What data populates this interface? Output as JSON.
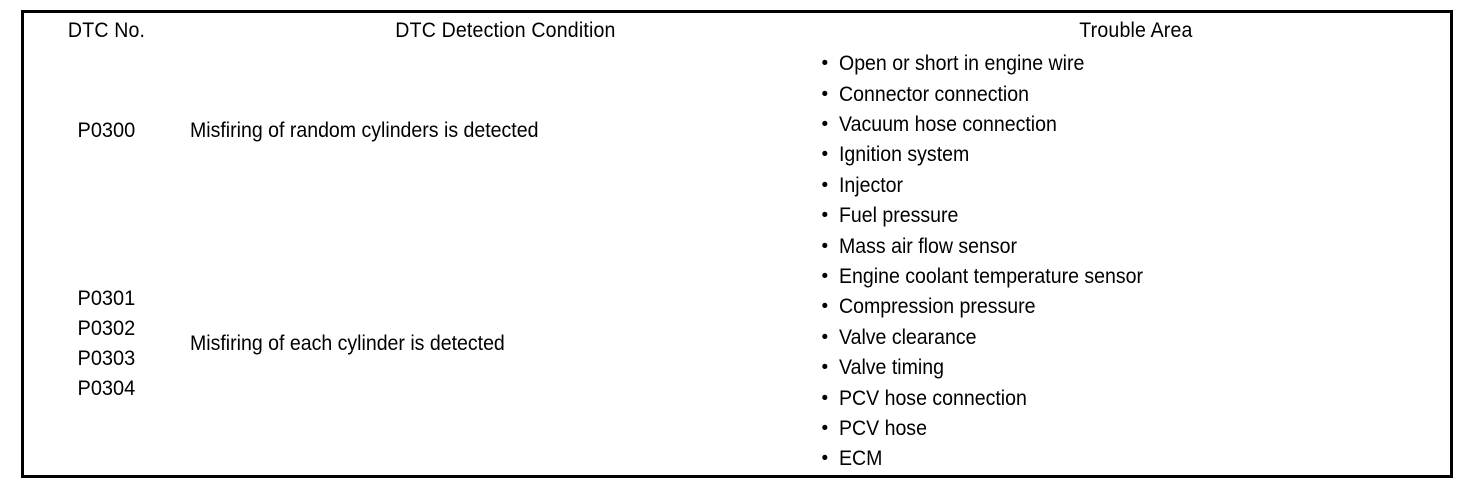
{
  "table": {
    "columns": [
      {
        "key": "dtc_no",
        "header": "DTC No."
      },
      {
        "key": "condition",
        "header": "DTC Detection Condition"
      },
      {
        "key": "trouble",
        "header": "Trouble Area"
      }
    ],
    "rows": [
      {
        "dtc_no": "P0300",
        "condition": "Misfiring of random cylinders is detected",
        "trouble_area": [
          "Open or short in engine wire",
          "Connector connection",
          "Vacuum hose connection",
          "Ignition system",
          "Injector"
        ]
      },
      {
        "dtc_no": "P0301\nP0302\nP0303\nP0304",
        "condition": "Misfiring of each cylinder is detected",
        "trouble_area": [
          "Fuel pressure",
          "Mass air flow sensor",
          "Engine coolant temperature sensor",
          "Compression pressure",
          "Valve clearance",
          "Valve timing",
          "PCV hose connection",
          "PCV hose",
          "ECM"
        ]
      }
    ]
  },
  "symbols": {
    "bullet": "•"
  },
  "colors": {
    "border": "#000000",
    "text": "#000000",
    "background": "#ffffff"
  }
}
